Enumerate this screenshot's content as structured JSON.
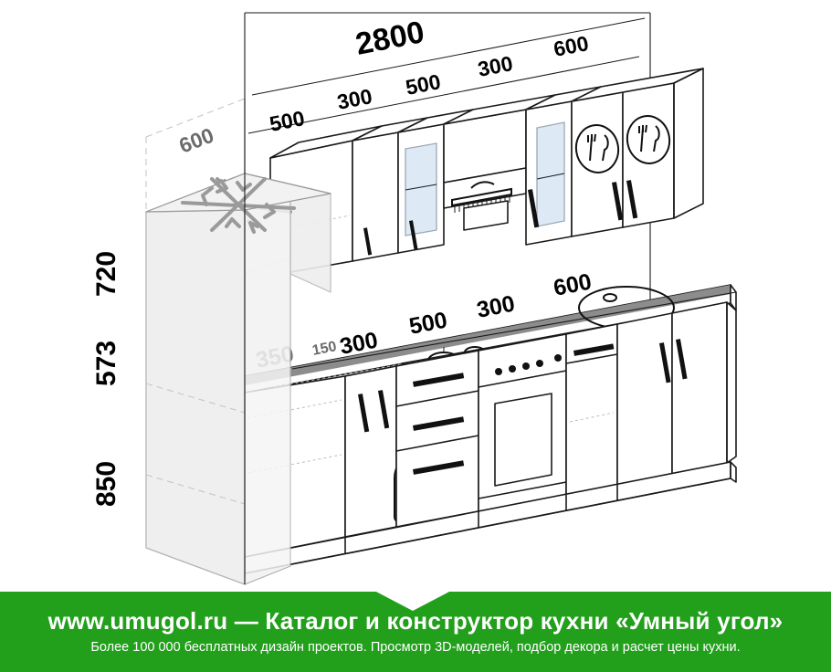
{
  "drawing": {
    "title": "Isometric kitchen layout drawing",
    "overall_width_label": "2800",
    "depth_label": "600",
    "heights": {
      "upper": "720",
      "middle": "573",
      "lower": "850"
    },
    "upper_run_labels": [
      "500",
      "300",
      "500",
      "300",
      "600"
    ],
    "lower_run_labels": [
      "350",
      "150",
      "300",
      "500",
      "300",
      "600"
    ],
    "small_label": "150",
    "icons": {
      "fridge": "snowflake-icon",
      "dish_rack": "plate-fork-knife-icon",
      "bottle": "bottle-icon",
      "hood": "range-hood-icon",
      "cooktop": "cooktop-four-burner-icon",
      "sink": "round-sink-icon"
    },
    "colors": {
      "outline": "#1a1a1a",
      "light_fill": "#ffffff",
      "gray_fill": "#eeeeee",
      "gray_line": "#9a9a9a",
      "counter_edge": "#8c8c8c",
      "glass": "#ddeaf5",
      "dim_text": "#000000",
      "dim_text_gray": "#6b6b6b"
    }
  },
  "footer": {
    "site": "www.umugol.ru",
    "dash": "—",
    "title_rest": "Каталог и конструктор кухни «Умный угол»",
    "full_title": "www.umugol.ru  —  Каталог и конструктор кухни «Умный угол»",
    "subtitle": "Более 100 000 бесплатных дизайн проектов. Просмотр 3D-моделей, подбор декора и расчет цены кухни.",
    "background": "#22a01c"
  }
}
